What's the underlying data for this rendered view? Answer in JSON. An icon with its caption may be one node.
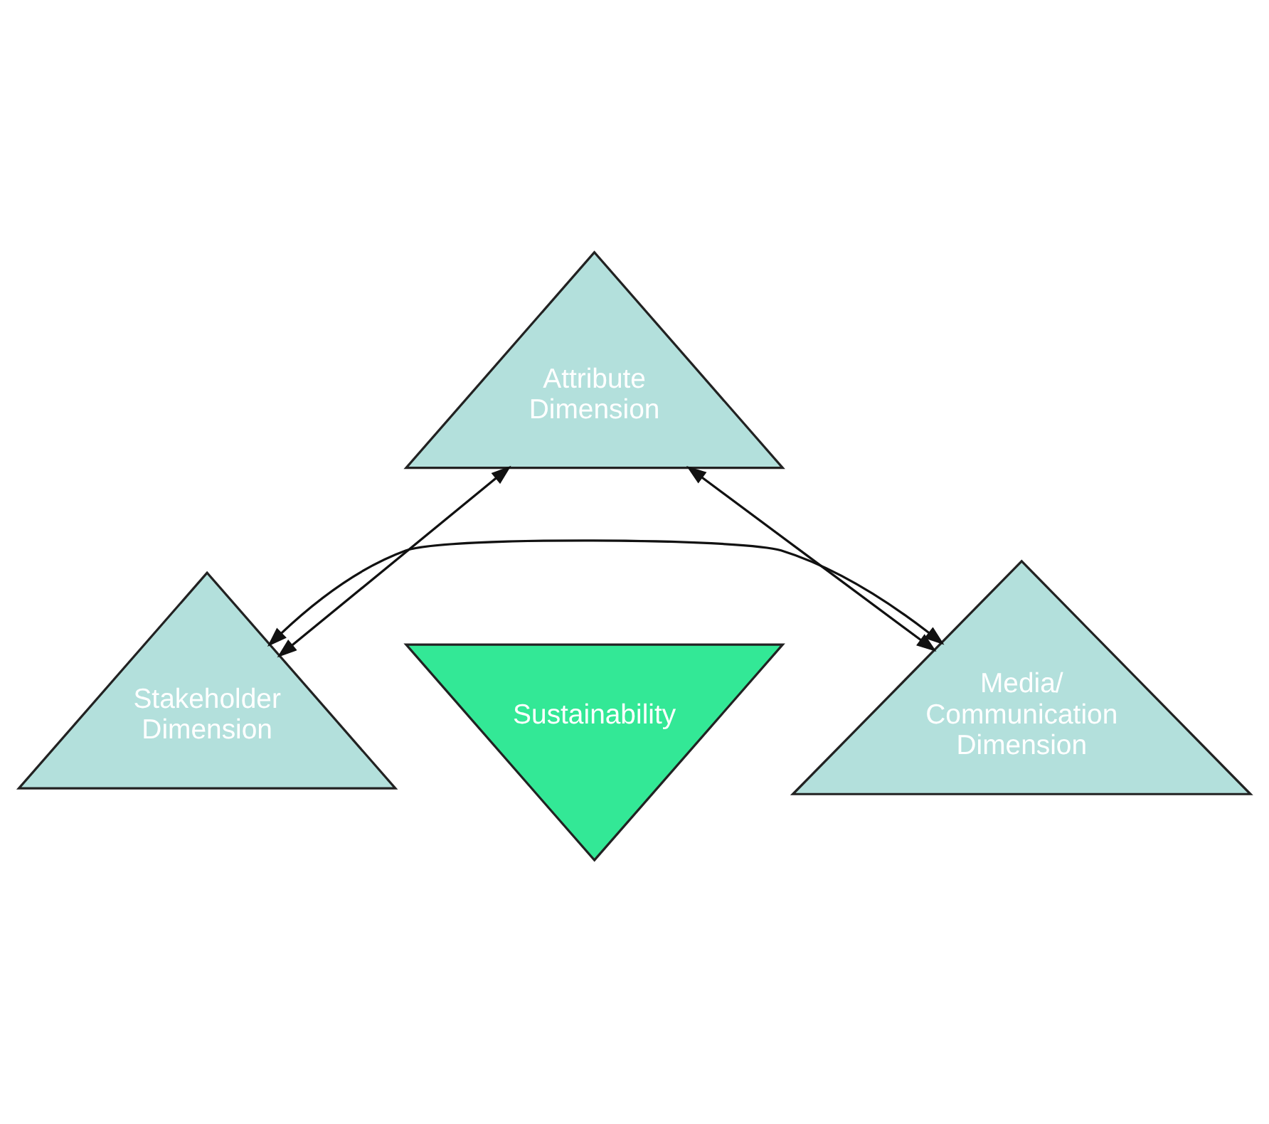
{
  "diagram": {
    "nodes": [
      {
        "text": [
          "Attribute Dimension"
        ]
      },
      {
        "text": [
          "Sustainability"
        ]
      },
      {
        "text": [
          "Stakeholder Dimension"
        ]
      },
      {
        "text": [
          "Media/ Communication Dimension"
        ]
      }
    ],
    "edges": [
      {
        "from": 0,
        "to": 2,
        "arrow": "both"
      },
      {
        "from": 0,
        "to": 3,
        "arrow": "both"
      },
      {
        "from": 2,
        "to": 3,
        "arrow": "both"
      }
    ]
  }
}
